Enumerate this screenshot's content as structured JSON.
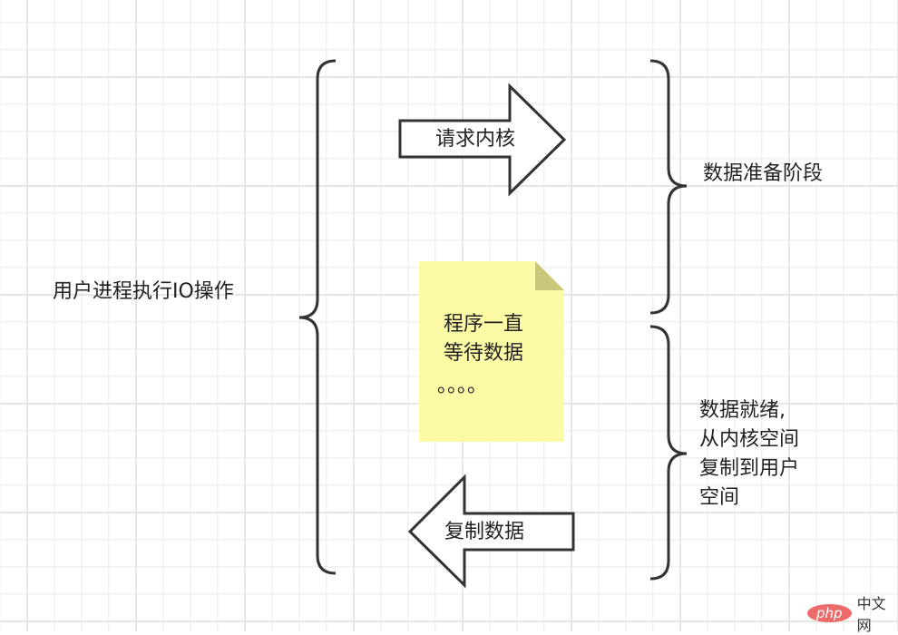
{
  "labels": {
    "user_process": "用户进程执行IO操作",
    "request_kernel": "请求内核",
    "data_prep": "数据准备阶段",
    "wait_line1": "程序一直",
    "wait_line2": "等待数据",
    "wait_line3": "。。。。",
    "ready_line1": "数据就绪,",
    "ready_line2": "从内核空间",
    "ready_line3": "复制到用户",
    "ready_line4": "空间",
    "copy_data": "复制数据"
  },
  "watermark": {
    "logo": "php",
    "text": "中文网"
  },
  "colors": {
    "note": "#fdfaa6",
    "note_fold": "#c9c67a",
    "stroke": "#333333"
  }
}
